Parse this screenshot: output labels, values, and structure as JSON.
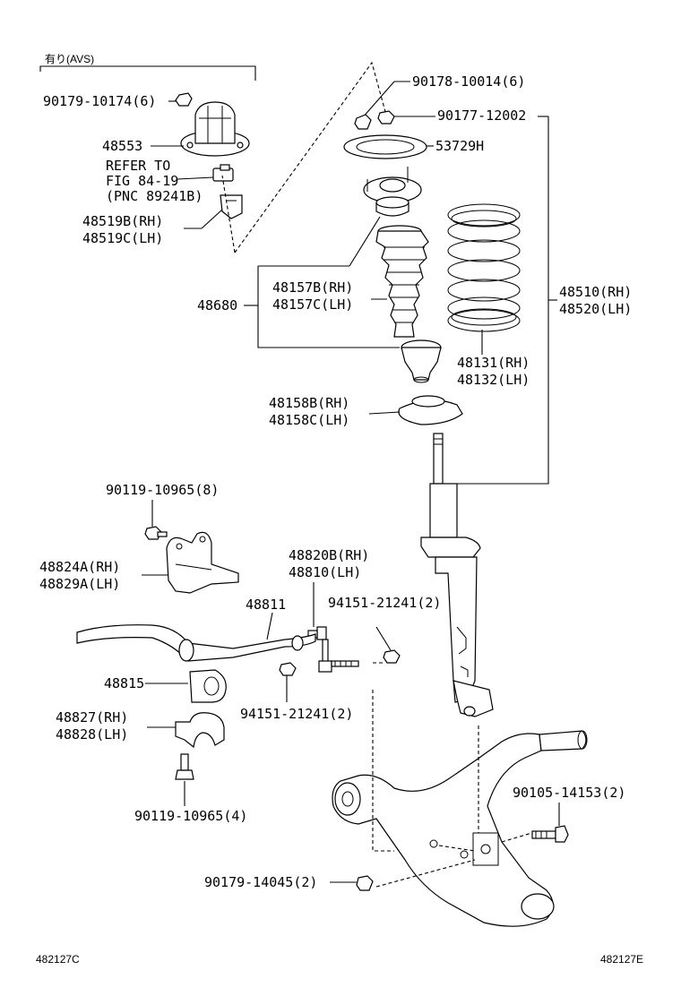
{
  "header_note": "有り(AVS)",
  "corner_left_code": "482127C",
  "corner_right_code": "482127E",
  "refer_note": [
    "REFER TO",
    "FIG 84-19",
    "(PNC 89241B)"
  ],
  "labels": {
    "p90179_10174": "90179-10174(6)",
    "p48553": "48553",
    "p48519b": "48519B(RH)",
    "p48519c": "48519C(LH)",
    "p90178_10014": "90178-10014(6)",
    "p90177_12002": "90177-12002",
    "p53729h": "53729H",
    "p48680": "48680",
    "p48157b": "48157B(RH)",
    "p48157c": "48157C(LH)",
    "p48510": "48510(RH)",
    "p48520": "48520(LH)",
    "p48131": "48131(RH)",
    "p48132": "48132(LH)",
    "p48158b": "48158B(RH)",
    "p48158c": "48158C(LH)",
    "p90119_10965_8": "90119-10965(8)",
    "p48824a": "48824A(RH)",
    "p48829a": "48829A(LH)",
    "p48820b": "48820B(RH)",
    "p48810": "48810(LH)",
    "p48811": "48811",
    "p94151_top": "94151-21241(2)",
    "p48815": "48815",
    "p94151_bottom": "94151-21241(2)",
    "p48827": "48827(RH)",
    "p48828": "48828(LH)",
    "p90119_10965_4": "90119-10965(4)",
    "p90105_14153": "90105-14153(2)",
    "p90179_14045": "90179-14045(2)"
  }
}
